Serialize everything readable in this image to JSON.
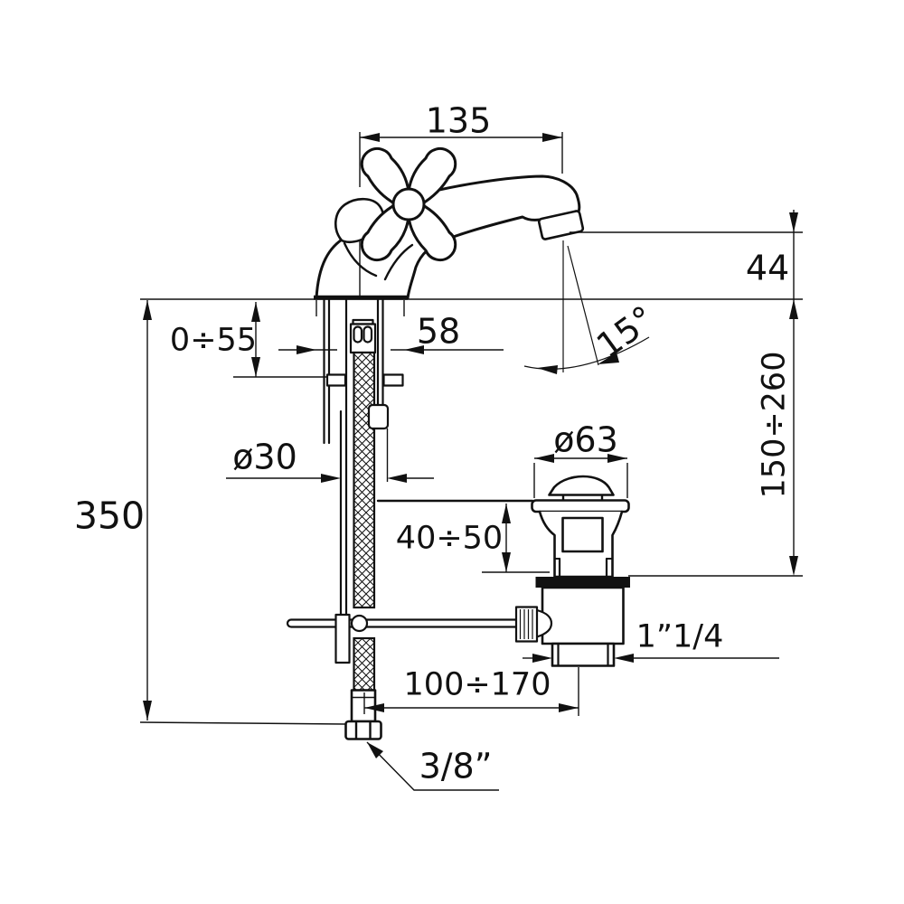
{
  "drawing": {
    "type": "technical-dimension-drawing",
    "subject": "single-hole basin mixer tap with pop-up waste, side elevation",
    "background_color": "#ffffff",
    "line_color": "#111111",
    "labels": {
      "spout_reach": "135",
      "spout_height": "44",
      "spout_angle": "15°",
      "deck_thickness_range": "0÷55",
      "body_base_width": "58",
      "shank_diameter": "ø30",
      "total_height": "350",
      "waste_cap_diameter": "ø63",
      "basin_thickness_range": "40÷50",
      "height_range": "150÷260",
      "waste_thread": "1”1/4",
      "rod_reach_range": "100÷170",
      "supply_thread": "3/8”"
    }
  }
}
